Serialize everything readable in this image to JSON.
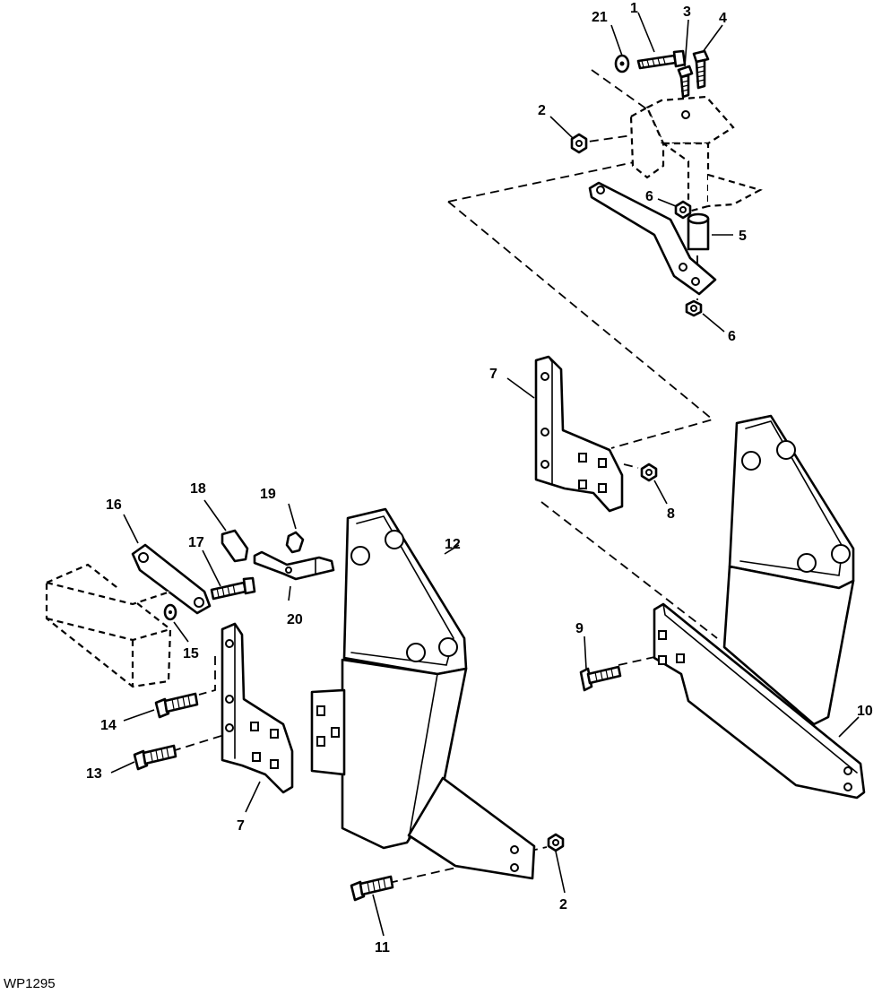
{
  "figure_code": "WP1295",
  "callouts": [
    "21",
    "1",
    "3",
    "4",
    "2",
    "6",
    "5",
    "6",
    "7",
    "8",
    "12",
    "16",
    "18",
    "19",
    "17",
    "20",
    "15",
    "9",
    "10",
    "14",
    "13",
    "7",
    "11",
    "2"
  ]
}
